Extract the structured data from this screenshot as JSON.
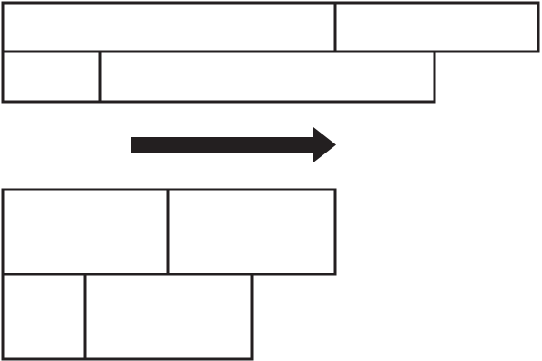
{
  "colors": {
    "background": "#ffffff",
    "stroke": "#231f20",
    "arrow": "#231f20"
  },
  "diagram": {
    "before": {
      "rows": [
        {
          "blocks": [
            {
              "id": "before-row1-block1"
            },
            {
              "id": "before-row1-block2"
            }
          ]
        },
        {
          "blocks": [
            {
              "id": "before-row2-block1"
            },
            {
              "id": "before-row2-block2"
            }
          ]
        }
      ]
    },
    "arrow": {
      "direction": "right",
      "icon": "arrow-right-icon"
    },
    "after": {
      "rows": [
        {
          "blocks": [
            {
              "id": "after-row1-block1"
            },
            {
              "id": "after-row1-block2"
            }
          ]
        },
        {
          "blocks": [
            {
              "id": "after-row2-block1"
            },
            {
              "id": "after-row2-block2"
            }
          ]
        }
      ]
    }
  }
}
